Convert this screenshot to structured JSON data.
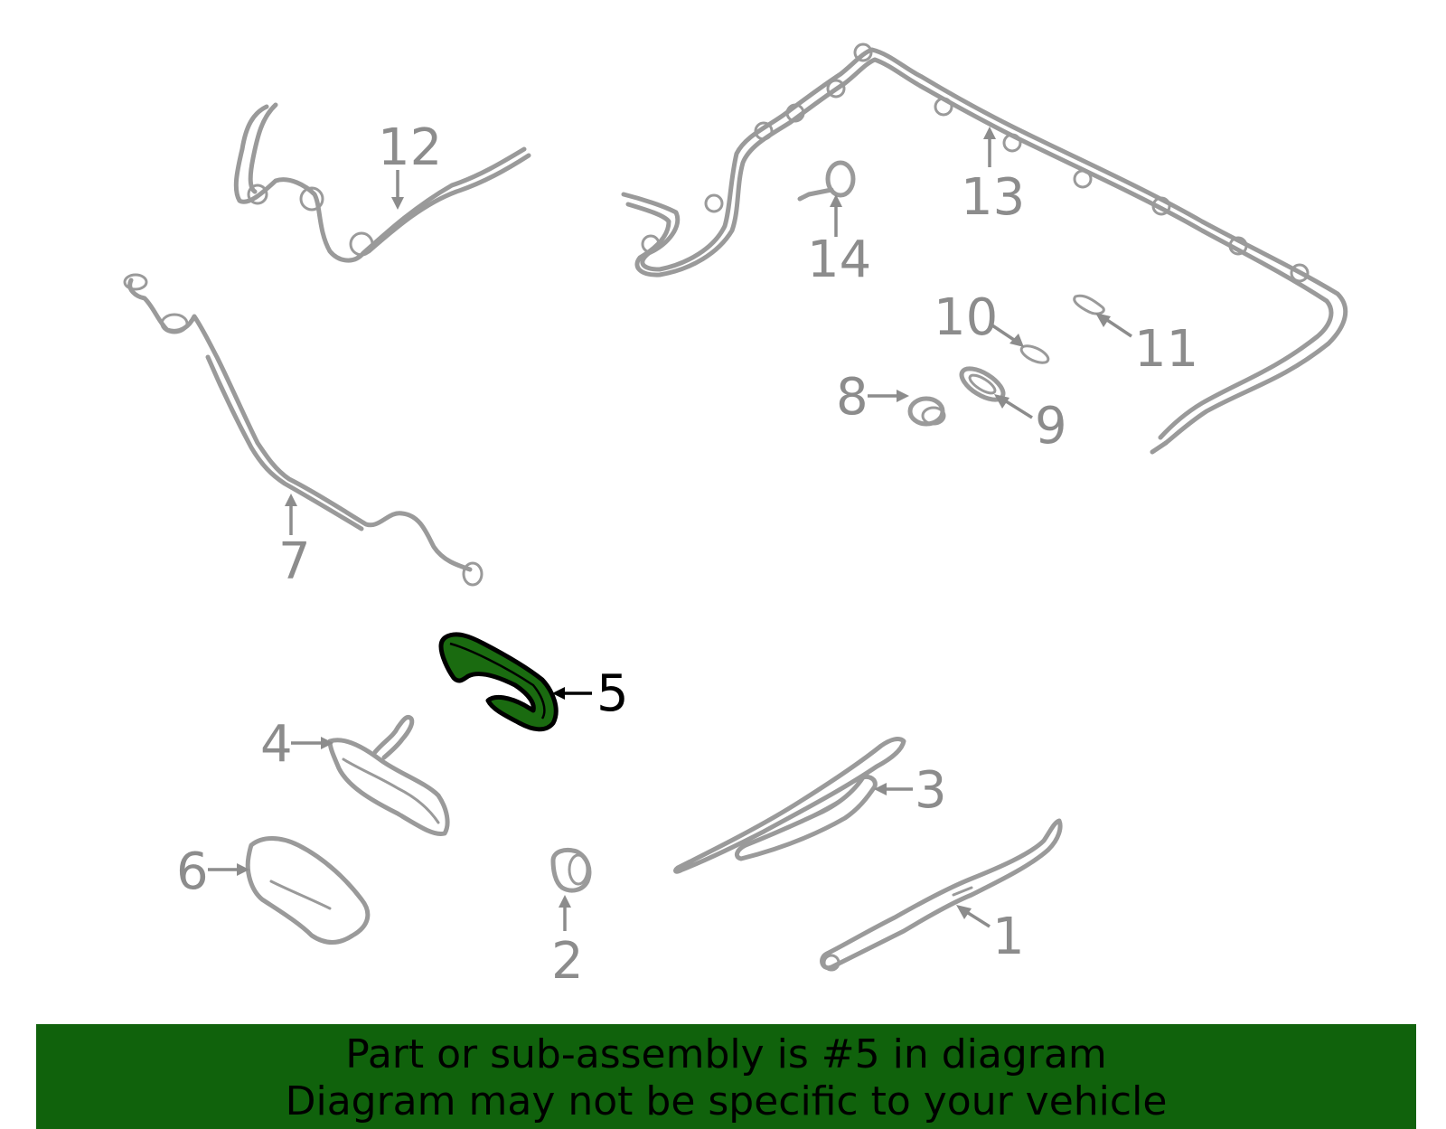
{
  "callouts": {
    "c1": "1",
    "c2": "2",
    "c3": "3",
    "c4": "4",
    "c5": "5",
    "c6": "6",
    "c7": "7",
    "c8": "8",
    "c9": "9",
    "c10": "10",
    "c11": "11",
    "c12": "12",
    "c13": "13",
    "c14": "14"
  },
  "highlighted_part": "5",
  "colors": {
    "highlight": "#1a6b10",
    "banner": "#10620c",
    "part_lines": "#9a9a9a"
  },
  "banner": {
    "line1": "Part or sub-assembly is #5 in diagram",
    "line2": "Diagram may not be specific to your vehicle"
  }
}
